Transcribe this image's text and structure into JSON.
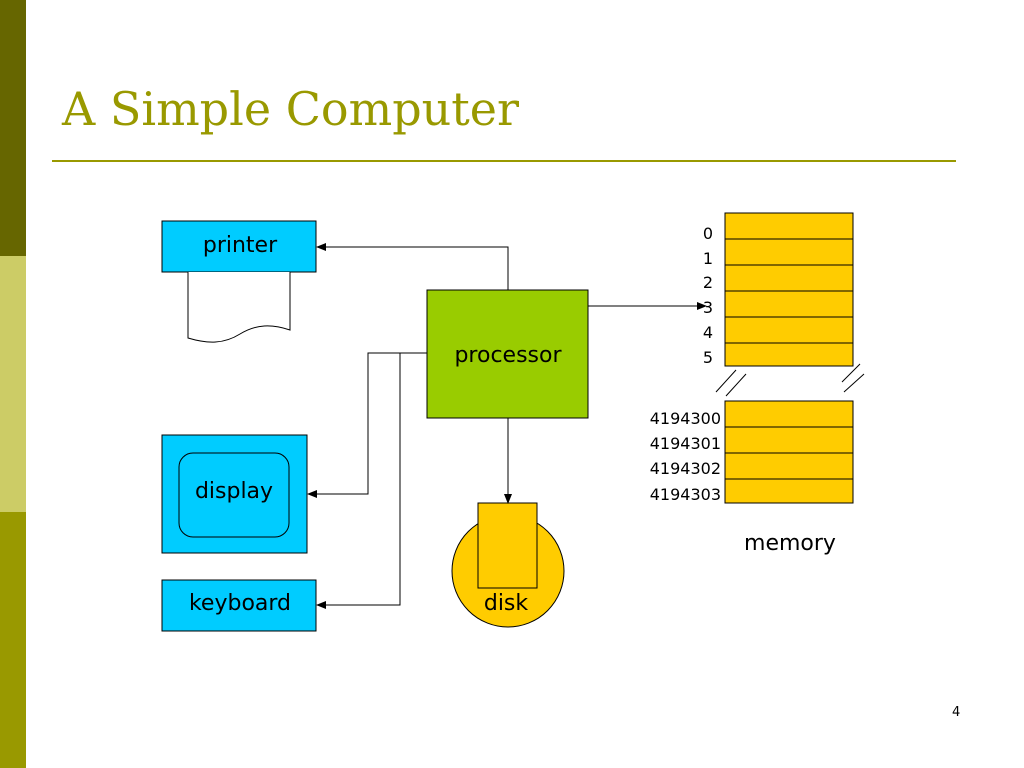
{
  "slide": {
    "title": "A Simple Computer",
    "page_number": "4"
  },
  "colors": {
    "device_fill": "#00ccff",
    "processor_fill": "#99cc00",
    "memory_fill": "#ffcc00",
    "accent": "#999900"
  },
  "diagram": {
    "printer": "printer",
    "processor": "processor",
    "display": "display",
    "keyboard": "keyboard",
    "disk": "disk",
    "memory": "memory",
    "memory_addresses_low": [
      "0",
      "1",
      "2",
      "3",
      "4",
      "5"
    ],
    "memory_addresses_high": [
      "4194300",
      "4194301",
      "4194302",
      "4194303"
    ]
  }
}
